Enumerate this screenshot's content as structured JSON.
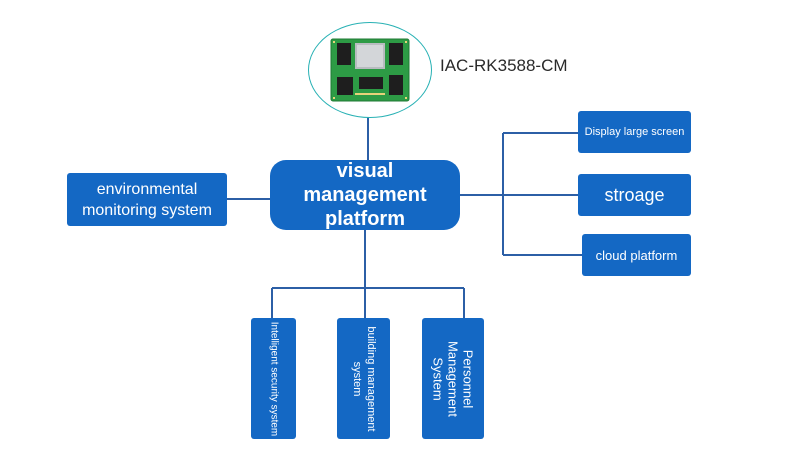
{
  "module": {
    "label": "IAC-RK3588-CM",
    "icon": "circuit-board-icon"
  },
  "center": {
    "label": "visual management platform"
  },
  "left": {
    "label": "environmental monitoring system"
  },
  "right": [
    {
      "label": "Display large screen"
    },
    {
      "label": "stroage"
    },
    {
      "label": "cloud platform"
    }
  ],
  "bottom": [
    {
      "label": "Intelligent security system"
    },
    {
      "label": "building management system"
    },
    {
      "label": "Personnel Management System"
    }
  ],
  "colors": {
    "box": "#1468c4",
    "line": "#2c5fa6",
    "ring": "#28b1b4",
    "board": "#2d9b45"
  }
}
